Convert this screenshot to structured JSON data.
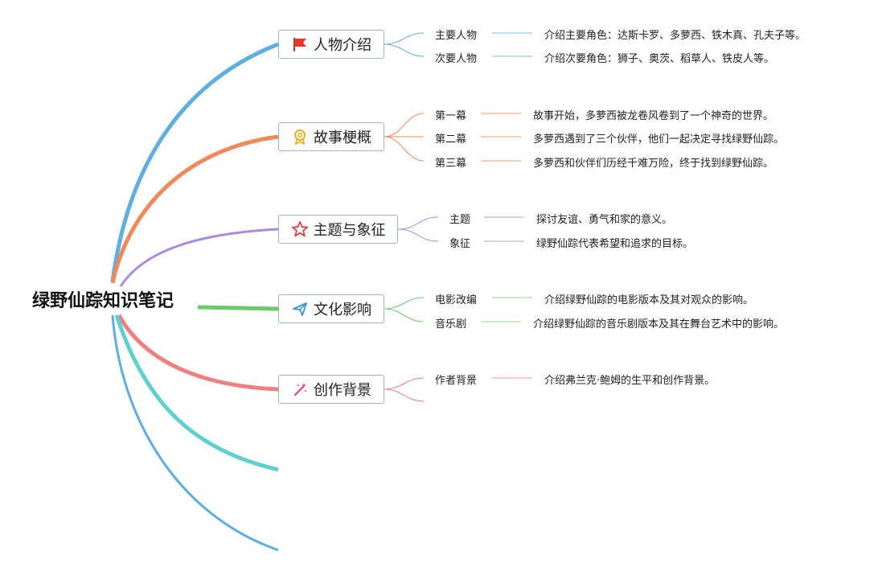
{
  "root": {
    "title": "绿野仙踪知识笔记"
  },
  "colors": {
    "blue": "#5eaee0",
    "orange": "#f08a5d",
    "purple": "#a88be0",
    "green": "#6cc96c",
    "red": "#f07f7f",
    "teal": "#5fd0cf"
  },
  "branches": [
    {
      "label": "人物介绍",
      "icon": "red-flag-icon",
      "children": [
        {
          "label": "主要人物",
          "detail": "介绍主要角色：达斯卡罗、多萝西、铁木真、孔夫子等。"
        },
        {
          "label": "次要人物",
          "detail": "介绍次要角色：狮子、奥茨、稻草人、铁皮人等。"
        }
      ]
    },
    {
      "label": "故事梗概",
      "icon": "award-ribbon-icon",
      "children": [
        {
          "label": "第一幕",
          "detail": "故事开始，多萝西被龙卷风卷到了一个神奇的世界。"
        },
        {
          "label": "第二幕",
          "detail": "多萝西遇到了三个伙伴，他们一起决定寻找绿野仙踪。"
        },
        {
          "label": "第三幕",
          "detail": "多萝西和伙伴们历经千难万险，终于找到绿野仙踪。"
        }
      ]
    },
    {
      "label": "主题与象征",
      "icon": "star-icon",
      "children": [
        {
          "label": "主题",
          "detail": "探讨友谊、勇气和家的意义。"
        },
        {
          "label": "象征",
          "detail": "绿野仙踪代表希望和追求的目标。"
        }
      ]
    },
    {
      "label": "文化影响",
      "icon": "paper-plane-icon",
      "children": [
        {
          "label": "电影改编",
          "detail": "介绍绿野仙踪的电影版本及其对观众的影响。"
        },
        {
          "label": "音乐剧",
          "detail": "介绍绿野仙踪的音乐剧版本及其在舞台艺术中的影响。"
        }
      ]
    },
    {
      "label": "创作背景",
      "icon": "magic-wand-icon",
      "children": [
        {
          "label": "作者背景",
          "detail": "介绍弗兰克·鲍姆的生平和创作背景。"
        }
      ]
    }
  ]
}
